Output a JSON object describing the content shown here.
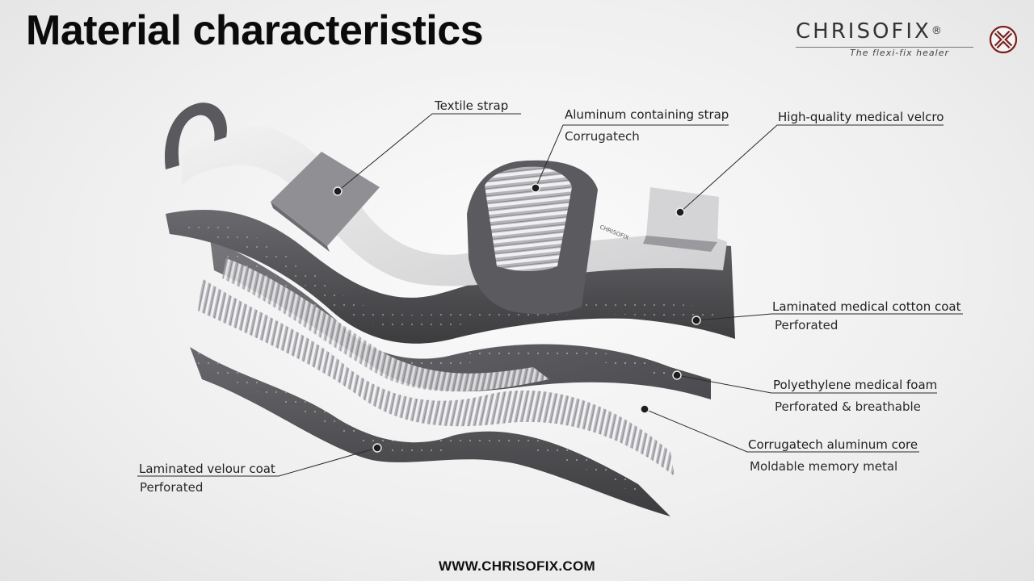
{
  "title": "Material characteristics",
  "brand": {
    "name": "CHRISOFIX",
    "registered": "®",
    "tagline": "The flexi-fix healer"
  },
  "callouts": {
    "textile_strap": {
      "label": "Textile strap"
    },
    "aluminum_strap": {
      "label": "Aluminum containing strap",
      "sub": "Corrugatech"
    },
    "velcro": {
      "label": "High-quality medical velcro"
    },
    "cotton_coat": {
      "label": "Laminated medical cotton coat",
      "sub": "Perforated"
    },
    "foam": {
      "label": "Polyethylene medical foam",
      "sub": "Perforated & breathable"
    },
    "aluminum_core": {
      "label": "Corrugatech aluminum core",
      "sub": "Moldable memory metal"
    },
    "velour_coat": {
      "label": "Laminated velour coat",
      "sub": "Perforated"
    }
  },
  "strap_brand_text": "CHRISOFIX",
  "website": "WWW.CHRISOFIX.COM",
  "colors": {
    "layer_dark": "#4a4a4d",
    "layer_mid": "#5e5e62",
    "aluminum": "#c9c9cc",
    "textile": "#e6e6e6",
    "logo_accent": "#7a1f1f"
  }
}
